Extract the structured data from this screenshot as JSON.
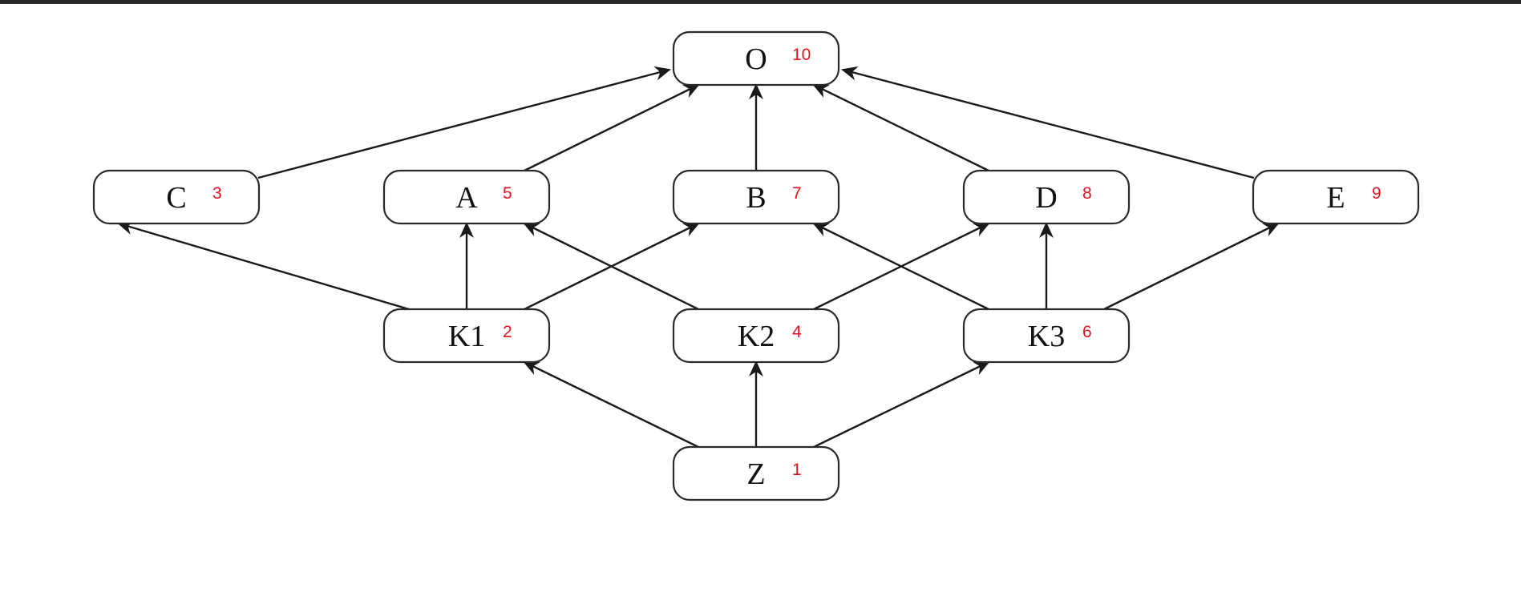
{
  "colors": {
    "label": "#111111",
    "order": "#e8101e",
    "stroke": "#1a1a1a"
  },
  "nodes": [
    {
      "id": "O",
      "label": "O",
      "order": "10"
    },
    {
      "id": "C",
      "label": "C",
      "order": "3"
    },
    {
      "id": "A",
      "label": "A",
      "order": "5"
    },
    {
      "id": "B",
      "label": "B",
      "order": "7"
    },
    {
      "id": "D",
      "label": "D",
      "order": "8"
    },
    {
      "id": "E",
      "label": "E",
      "order": "9"
    },
    {
      "id": "K1",
      "label": "K1",
      "order": "2"
    },
    {
      "id": "K2",
      "label": "K2",
      "order": "4"
    },
    {
      "id": "K3",
      "label": "K3",
      "order": "6"
    },
    {
      "id": "Z",
      "label": "Z",
      "order": "1"
    }
  ],
  "edges": [
    {
      "from": "C",
      "to": "O"
    },
    {
      "from": "A",
      "to": "O"
    },
    {
      "from": "B",
      "to": "O"
    },
    {
      "from": "D",
      "to": "O"
    },
    {
      "from": "E",
      "to": "O"
    },
    {
      "from": "K1",
      "to": "C"
    },
    {
      "from": "K1",
      "to": "A"
    },
    {
      "from": "K1",
      "to": "B"
    },
    {
      "from": "K2",
      "to": "A"
    },
    {
      "from": "K2",
      "to": "D"
    },
    {
      "from": "K3",
      "to": "B"
    },
    {
      "from": "K3",
      "to": "D"
    },
    {
      "from": "K3",
      "to": "E"
    },
    {
      "from": "Z",
      "to": "K1"
    },
    {
      "from": "Z",
      "to": "K2"
    },
    {
      "from": "Z",
      "to": "K3"
    }
  ]
}
